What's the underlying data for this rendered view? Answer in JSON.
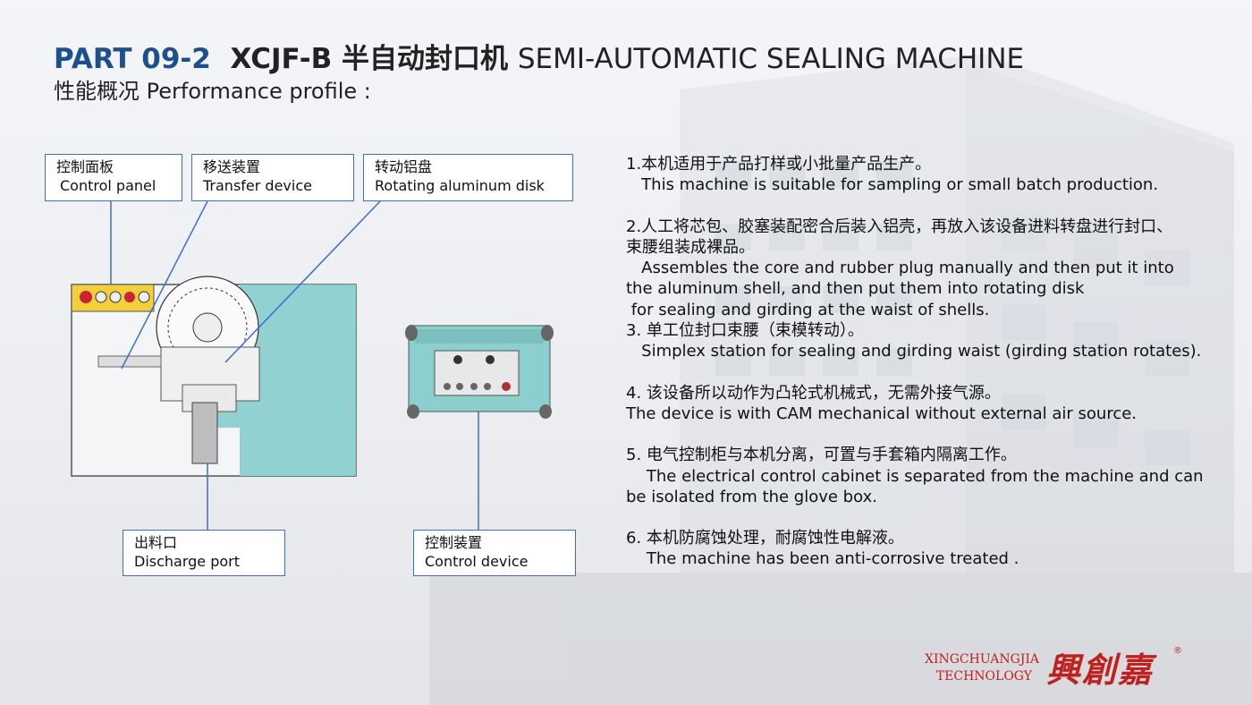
{
  "header": {
    "part": "PART 09-2",
    "model": "XCJF-B 半自动封口机",
    "model_en": "SEMI-AUTOMATIC SEALING MACHINE",
    "subtitle": "性能概况 Performance profile :"
  },
  "callouts": [
    {
      "cn": "控制面板",
      "en": "Control panel"
    },
    {
      "cn": "移送装置",
      "en": "Transfer device"
    },
    {
      "cn": "转动铝盘",
      "en": "Rotating aluminum disk"
    },
    {
      "cn": "出料口",
      "en": "Discharge port"
    },
    {
      "cn": "控制装置",
      "en": "Control device"
    }
  ],
  "features": [
    "1.本机适用于产品打样或小批量产品生产。",
    "   This machine is suitable for sampling or small batch production.",
    "",
    "2.人工将芯包、胶塞装配密合后装入铝壳，再放入该设备进料转盘进行封口、",
    "束腰组装成裸品。",
    "   Assembles the core and rubber plug manually and then put it into",
    "the aluminum shell, and then put them into rotating disk",
    " for sealing and girding at the waist of shells.",
    "3. 单工位封口束腰（束模转动）。",
    "   Simplex station for sealing and girding waist (girding station rotates).",
    "",
    "4. 该设备所以动作为凸轮式机械式，无需外接气源。",
    "The device is with CAM mechanical without external air source.",
    "",
    "5. 电气控制柜与本机分离，可置与手套箱内隔离工作。",
    "    The electrical control cabinet is separated from the machine and can",
    "be isolated from the glove box.",
    "",
    "6. 本机防腐蚀处理，耐腐蚀性电解液。",
    "    The machine has been anti-corrosive treated ."
  ],
  "brand": {
    "en_line1": "XINGCHUANGJIA",
    "en_line2": "TECHNOLOGY",
    "cn": "興創嘉",
    "reg": "®"
  },
  "colors": {
    "title_blue": "#1d4f8c",
    "callout_border": "#3d6fc4",
    "machine_teal": "#8ccfcf",
    "brand_red": "#c0211f"
  }
}
